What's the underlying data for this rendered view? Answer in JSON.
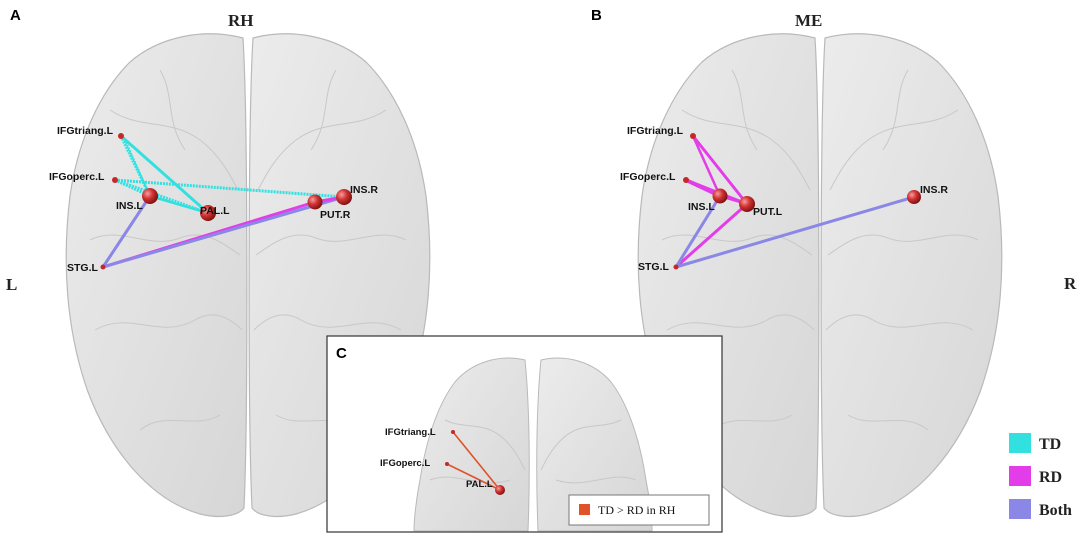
{
  "panels": {
    "A": {
      "letter": "A",
      "title": "RH"
    },
    "B": {
      "letter": "B",
      "title": "ME"
    },
    "C": {
      "letter": "C",
      "legend": "TD > RD in RH"
    }
  },
  "side_labels": {
    "left": "L",
    "right": "R"
  },
  "node_labels": {
    "ifgtriang": "IFGtriang.L",
    "ifgoperc": "IFGoperc.L",
    "ins_l": "INS.L",
    "pal_l": "PAL.L",
    "put_r": "PUT.R",
    "ins_r": "INS.R",
    "stg_l": "STG.L",
    "put_l": "PUT.L"
  },
  "legend": [
    {
      "label": "TD",
      "color": "#33e0e0"
    },
    {
      "label": "RD",
      "color": "#e23de8"
    },
    {
      "label": "Both",
      "color": "#8b87e6"
    }
  ],
  "colors": {
    "td": "#33e0e0",
    "rd": "#e23de8",
    "both": "#8b87e6",
    "td_gt_rd": "#e0522a",
    "node": "#c42828",
    "brain_fill": "#e3e3e3",
    "brain_stroke": "#b9b9b9"
  }
}
